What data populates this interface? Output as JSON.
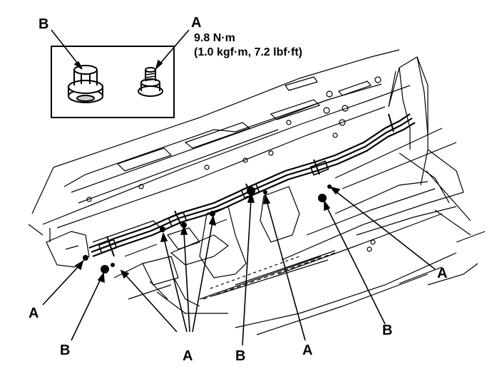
{
  "legend": {
    "b_letter": "B",
    "a_letter": "A",
    "torque_line1": "9.8 N·m",
    "torque_line2": "(1.0 kgf·m, 7.2 lbf·ft)",
    "icons": [
      "flange-nut-icon",
      "flange-bolt-icon"
    ]
  },
  "callouts": {
    "left_a": "A",
    "left_b": "B",
    "bottom_a": "A",
    "bottom_b": "B",
    "bottom_a2": "A",
    "right_b": "B",
    "right_a": "A"
  }
}
